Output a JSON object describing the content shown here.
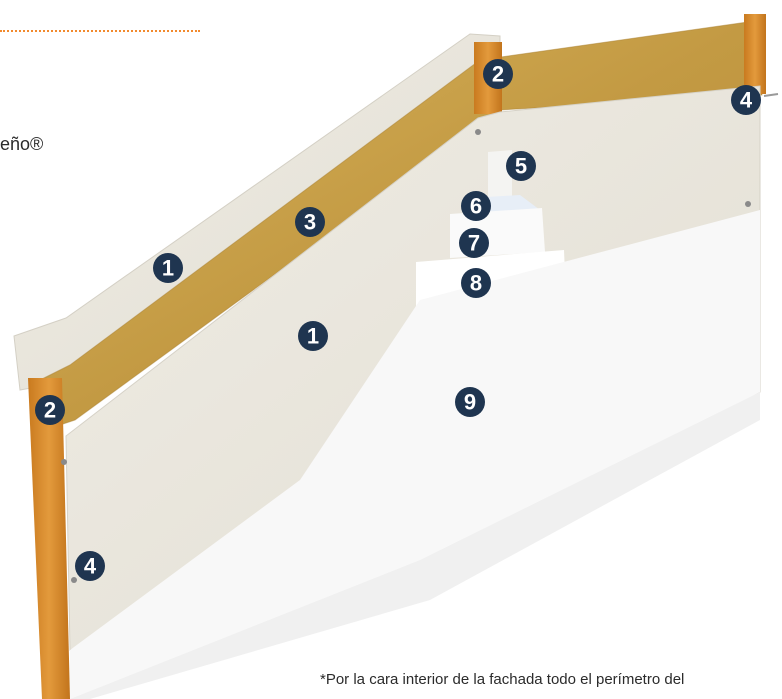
{
  "header": {
    "partial_text": "eño®"
  },
  "footnote": "*Por la cara interior de la fachada todo el perímetro del",
  "labels": [
    {
      "id": "label-1a",
      "number": "1"
    },
    {
      "id": "label-1b",
      "number": "1"
    },
    {
      "id": "label-2a",
      "number": "2"
    },
    {
      "id": "label-2b",
      "number": "2"
    },
    {
      "id": "label-3",
      "number": "3"
    },
    {
      "id": "label-4a",
      "number": "4"
    },
    {
      "id": "label-4b",
      "number": "4"
    },
    {
      "id": "label-5",
      "number": "5"
    },
    {
      "id": "label-6",
      "number": "6"
    },
    {
      "id": "label-7",
      "number": "7"
    },
    {
      "id": "label-8",
      "number": "8"
    },
    {
      "id": "label-9",
      "number": "9"
    }
  ],
  "colors": {
    "accent_orange": "#f28a2e",
    "badge_fill": "#1f3550",
    "board": "#e8e5dc",
    "insulation": "#c9a24a",
    "timber": "#d68a2a",
    "finish_white": "#f7f7f7"
  }
}
